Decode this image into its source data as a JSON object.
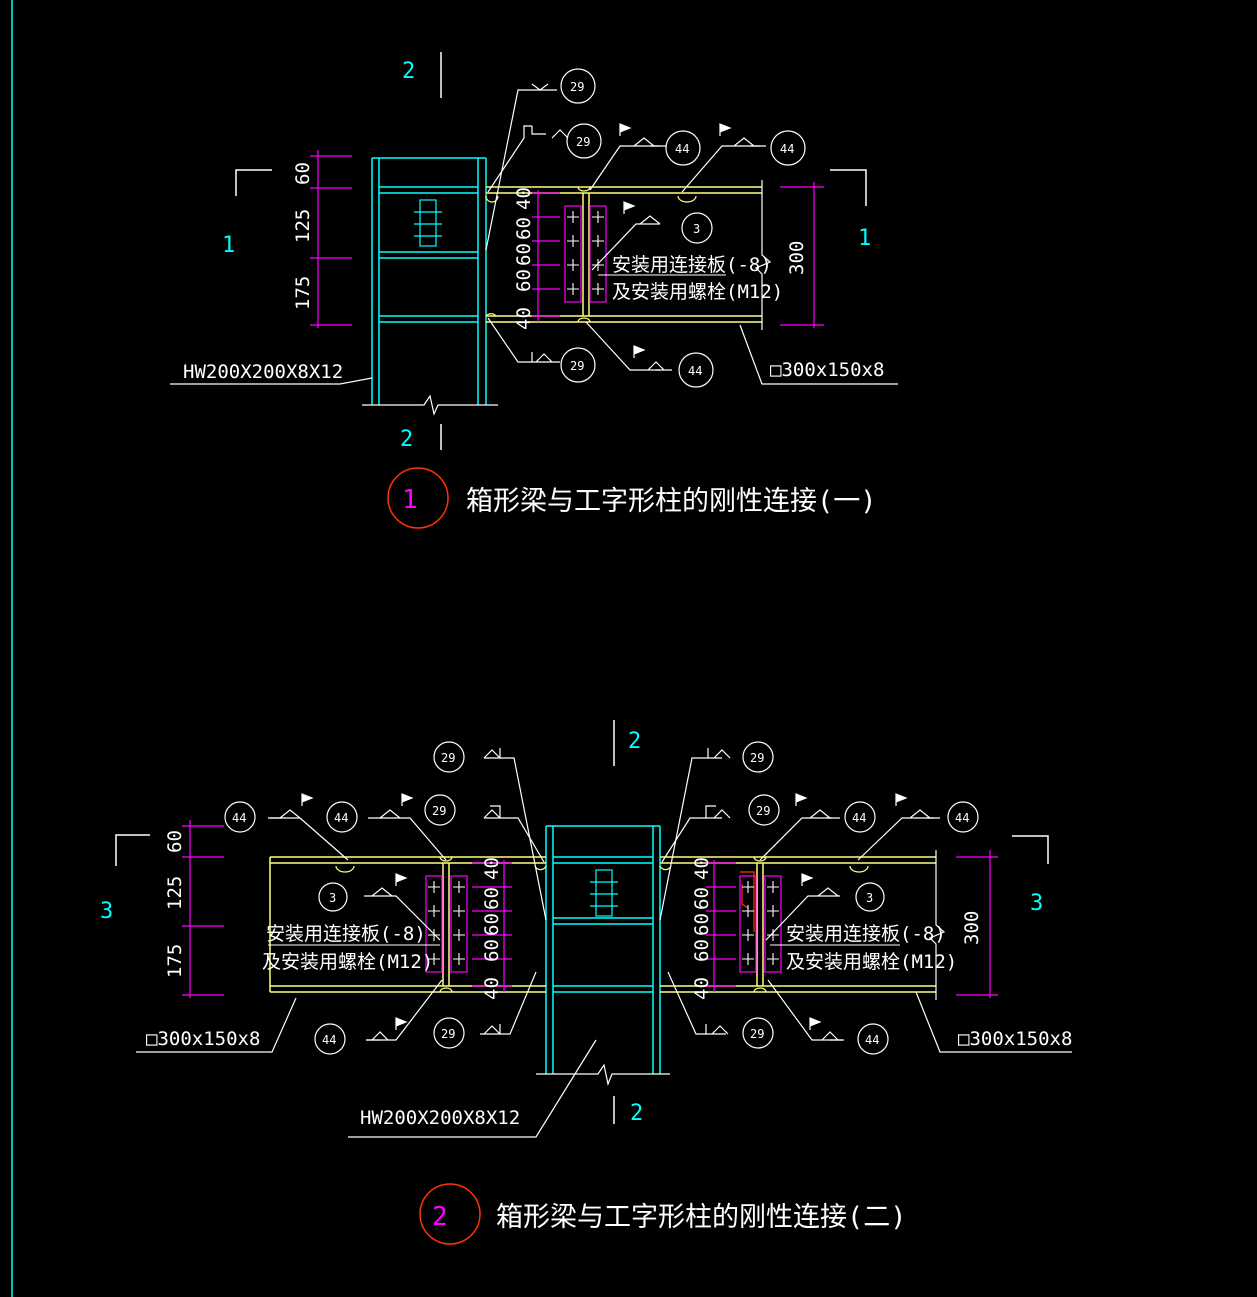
{
  "colors": {
    "background": "#000000",
    "dimension": "#ff00ff",
    "beam": "#ffff80",
    "column": "#00ffff",
    "leader": "#ffffff",
    "title_circle": "#ff3300",
    "plate": "#ff00ff"
  },
  "detail1": {
    "number": "1",
    "title": "箱形梁与工字形柱的刚性连接(一)",
    "section_marks": [
      "2",
      "2",
      "1",
      "1"
    ],
    "column_label": "HW200X200X8X12",
    "beam_label": "□300x150x8",
    "plate_note_1": "安装用连接板(-8)",
    "plate_note_2": "及安装用螺栓(M12)",
    "dims_left": [
      "60",
      "125",
      "175"
    ],
    "dims_bolts": [
      "40",
      "60",
      "60",
      "60",
      "40"
    ],
    "dim_right": "300",
    "weld_tags": [
      "29",
      "29",
      "44",
      "44",
      "3",
      "29",
      "44"
    ]
  },
  "detail2": {
    "number": "2",
    "title": "箱形梁与工字形柱的刚性连接(二)",
    "section_marks": [
      "2",
      "2",
      "3",
      "3"
    ],
    "column_label": "HW200X200X8X12",
    "beam_label_left": "□300x150x8",
    "beam_label_right": "□300x150x8",
    "plate_note_1": "安装用连接板(-8)",
    "plate_note_2": "及安装用螺栓(M12)",
    "dims_left": [
      "60",
      "125",
      "175"
    ],
    "dims_bolts": [
      "40",
      "60",
      "60",
      "60",
      "40"
    ],
    "dim_right": "300",
    "weld_tags_left": [
      "44",
      "44",
      "29",
      "29",
      "3",
      "44",
      "29"
    ],
    "weld_tags_right": [
      "29",
      "29",
      "44",
      "44",
      "3",
      "29",
      "44"
    ]
  }
}
